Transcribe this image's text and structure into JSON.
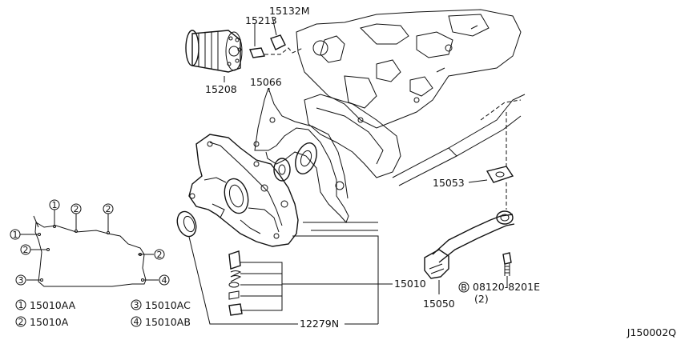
{
  "parts": {
    "p15132M": "15132M",
    "p15213": "15213",
    "p15208": "15208",
    "p15066": "15066",
    "p15053": "15053",
    "p15010": "15010",
    "p15050": "15050",
    "p12279N": "12279N",
    "bolt": "08120-8201E",
    "bolt_qty": "(2)",
    "bolt_marker": "B"
  },
  "legend": {
    "items": [
      {
        "num": "1",
        "part": "15010AA"
      },
      {
        "num": "2",
        "part": "15010A"
      },
      {
        "num": "3",
        "part": "15010AC"
      },
      {
        "num": "4",
        "part": "15010AB"
      }
    ]
  },
  "footer": {
    "code": "J150002Q"
  }
}
